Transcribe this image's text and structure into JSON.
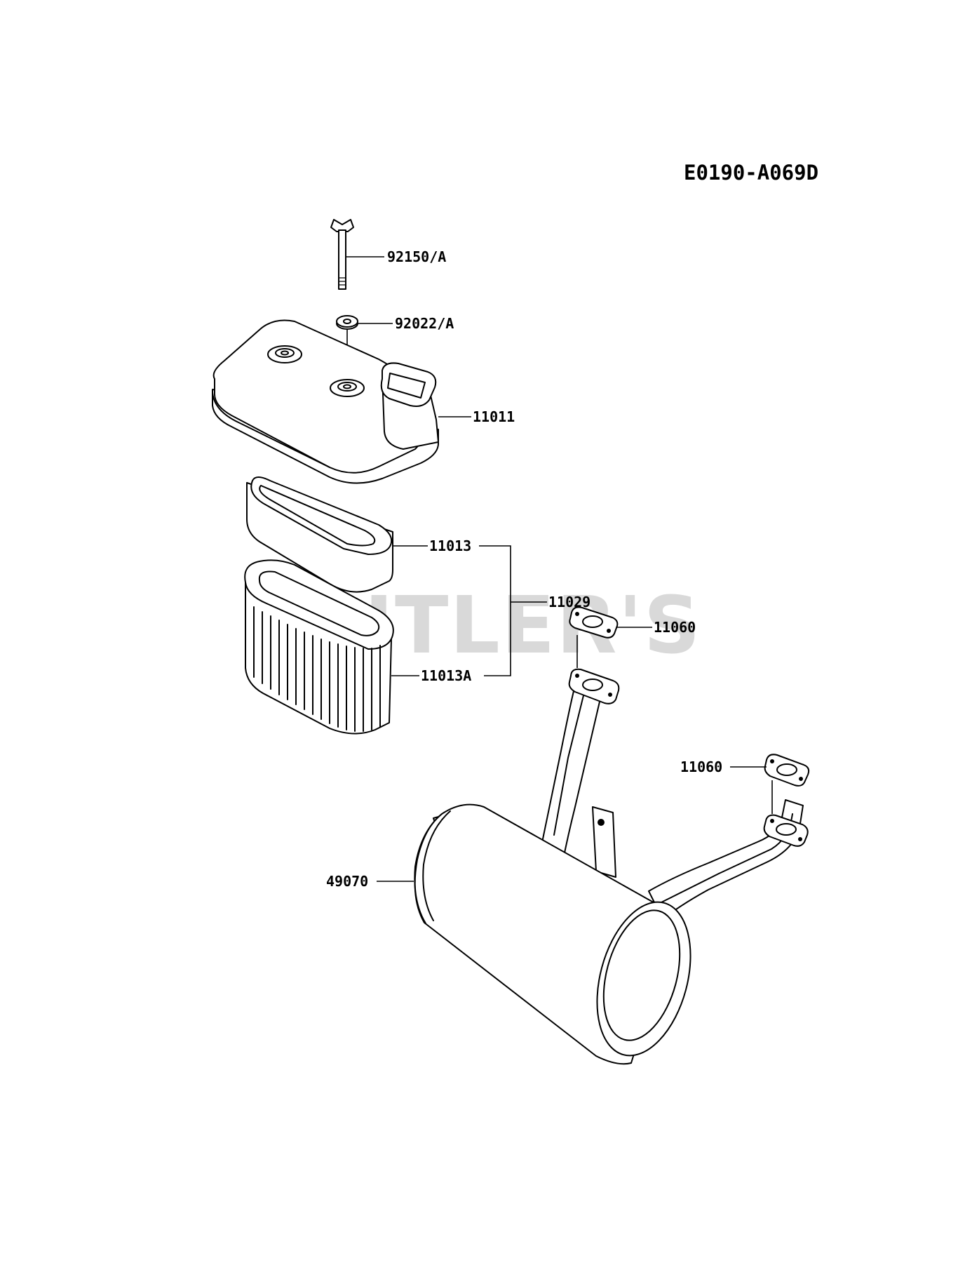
{
  "diagram_code": "E0190-A069D",
  "watermark": "UTLER'S",
  "parts": [
    {
      "label": "92150/A",
      "name": "wing-bolt"
    },
    {
      "label": "92022/A",
      "name": "washer"
    },
    {
      "label": "11011",
      "name": "air-cleaner-cover"
    },
    {
      "label": "11013",
      "name": "pre-cleaner-foam"
    },
    {
      "label": "11029",
      "name": "element-assembly"
    },
    {
      "label": "11013A",
      "name": "paper-filter-element"
    },
    {
      "label": "11060",
      "name": "muffler-gasket-upper"
    },
    {
      "label": "11060",
      "name": "muffler-gasket-right"
    },
    {
      "label": "49070",
      "name": "muffler"
    }
  ]
}
